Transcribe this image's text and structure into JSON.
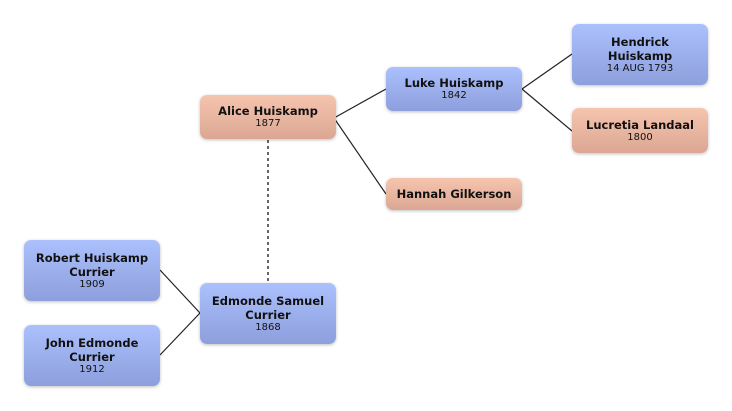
{
  "people": {
    "alice": {
      "name": "Alice Huiskamp",
      "date": "1877"
    },
    "luke": {
      "name": "Luke Huiskamp",
      "date": "1842"
    },
    "hannah": {
      "name": "Hannah Gilkerson"
    },
    "hendrick": {
      "name": "Hendrick Huiskamp",
      "date": "14 AUG 1793"
    },
    "lucretia": {
      "name": "Lucretia Landaal",
      "date": "1800"
    },
    "robert": {
      "name": "Robert Huiskamp Currier",
      "date": "1909"
    },
    "john": {
      "name": "John Edmonde Currier",
      "date": "1912"
    },
    "edmonde": {
      "name": "Edmonde Samuel Currier",
      "date": "1868"
    }
  },
  "colors": {
    "male": "#9aadeb",
    "female": "#eab5a0"
  }
}
